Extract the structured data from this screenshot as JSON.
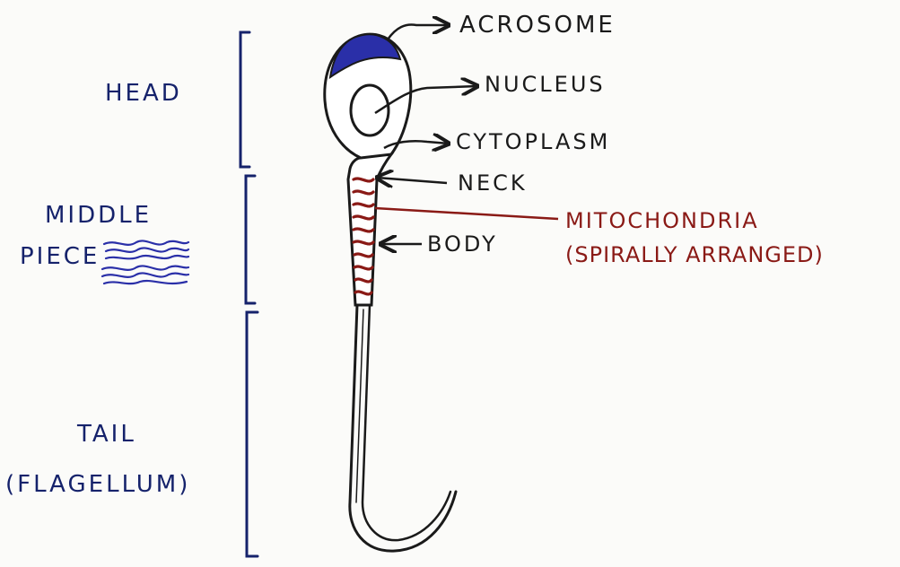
{
  "colors": {
    "ink": "#1a1a1a",
    "region_ink": "#15226b",
    "acrosome": "#2a2fa8",
    "mitochondria": "#8a1a16",
    "background": "#fbfbf9"
  },
  "regions": {
    "head": "HEAD",
    "middle_piece_line1": "MIDDLE",
    "middle_piece_line2": "PIECE",
    "tail_line1": "TAIL",
    "tail_line2": "(FLAGELLUM)"
  },
  "parts": {
    "acrosome": "ACROSOME",
    "nucleus": "NUCLEUS",
    "cytoplasm": "CYTOPLASM",
    "neck": "NECK",
    "body": "BODY",
    "mitochondria_line1": "MITOCHONDRIA",
    "mitochondria_line2": "(SPIRALLY ARRANGED)"
  }
}
